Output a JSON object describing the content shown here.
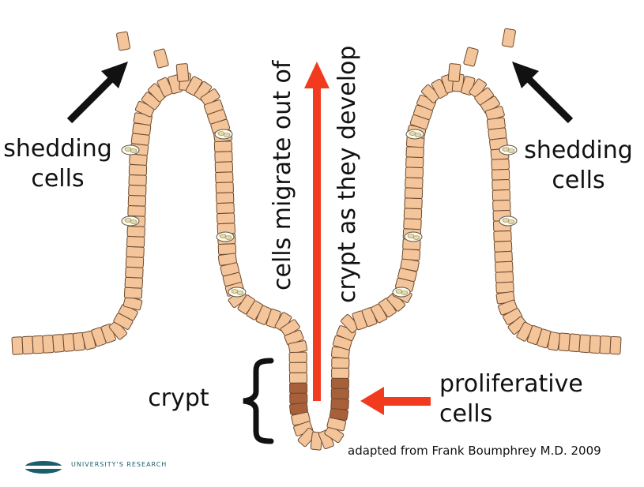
{
  "labels": {
    "shedding_left": [
      "shedding",
      "cells"
    ],
    "shedding_right": [
      "shedding",
      "cells"
    ],
    "migrate_line1": "cells migrate out of",
    "migrate_line2": "crypt as they develop",
    "crypt": "crypt",
    "proliferative": [
      "proliferative",
      "cells"
    ],
    "credit": "adapted from Frank Boumphrey M.D. 2009",
    "logo_text": "UNIVERSITY'S RESEARCH"
  },
  "colors": {
    "cell_fill": "#f4c49a",
    "cell_stroke": "#6b4a2e",
    "proliferative_fill": "#a8603a",
    "red_arrow": "#f23a1e",
    "black_arrow": "#111111",
    "logo": "#1b5e6e"
  }
}
